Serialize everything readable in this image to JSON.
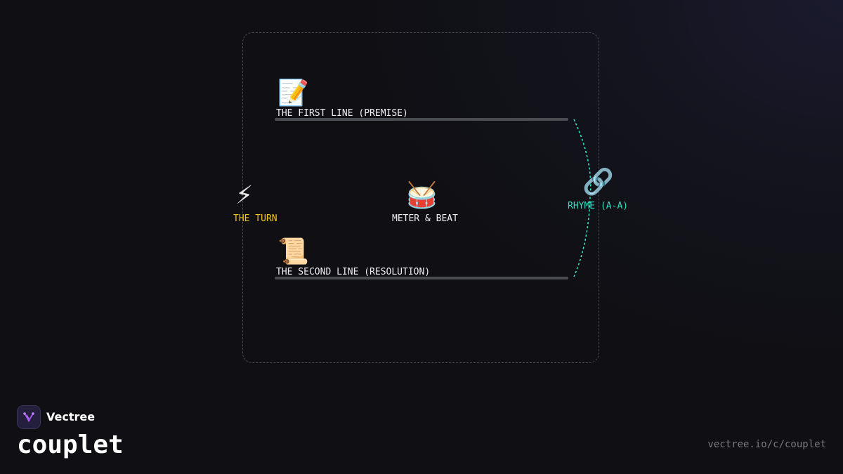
{
  "diagram": {
    "first_line": {
      "icon": "📝",
      "icon_name": "memo-icon",
      "label": "THE FIRST LINE (PREMISE)"
    },
    "second_line": {
      "icon": "📜",
      "icon_name": "scroll-icon",
      "label": "THE SECOND LINE (RESOLUTION)"
    },
    "turn": {
      "icon": "⚡",
      "icon_name": "lightning-icon",
      "label": "THE TURN",
      "color": "#f5c518"
    },
    "meter": {
      "icon": "🥁",
      "icon_name": "drum-icon",
      "label": "METER & BEAT"
    },
    "rhyme": {
      "icon": "🔗",
      "icon_name": "link-icon",
      "label": "RHYME (A-A)",
      "color": "#2de0c0"
    }
  },
  "footer": {
    "brand": "Vectree",
    "title": "couplet",
    "url": "vectree.io/c/couplet"
  },
  "colors": {
    "background": "#0f0f14",
    "accent_teal": "#2de0c0",
    "accent_gold": "#f5c518",
    "logo_purple": "#a855f7"
  }
}
